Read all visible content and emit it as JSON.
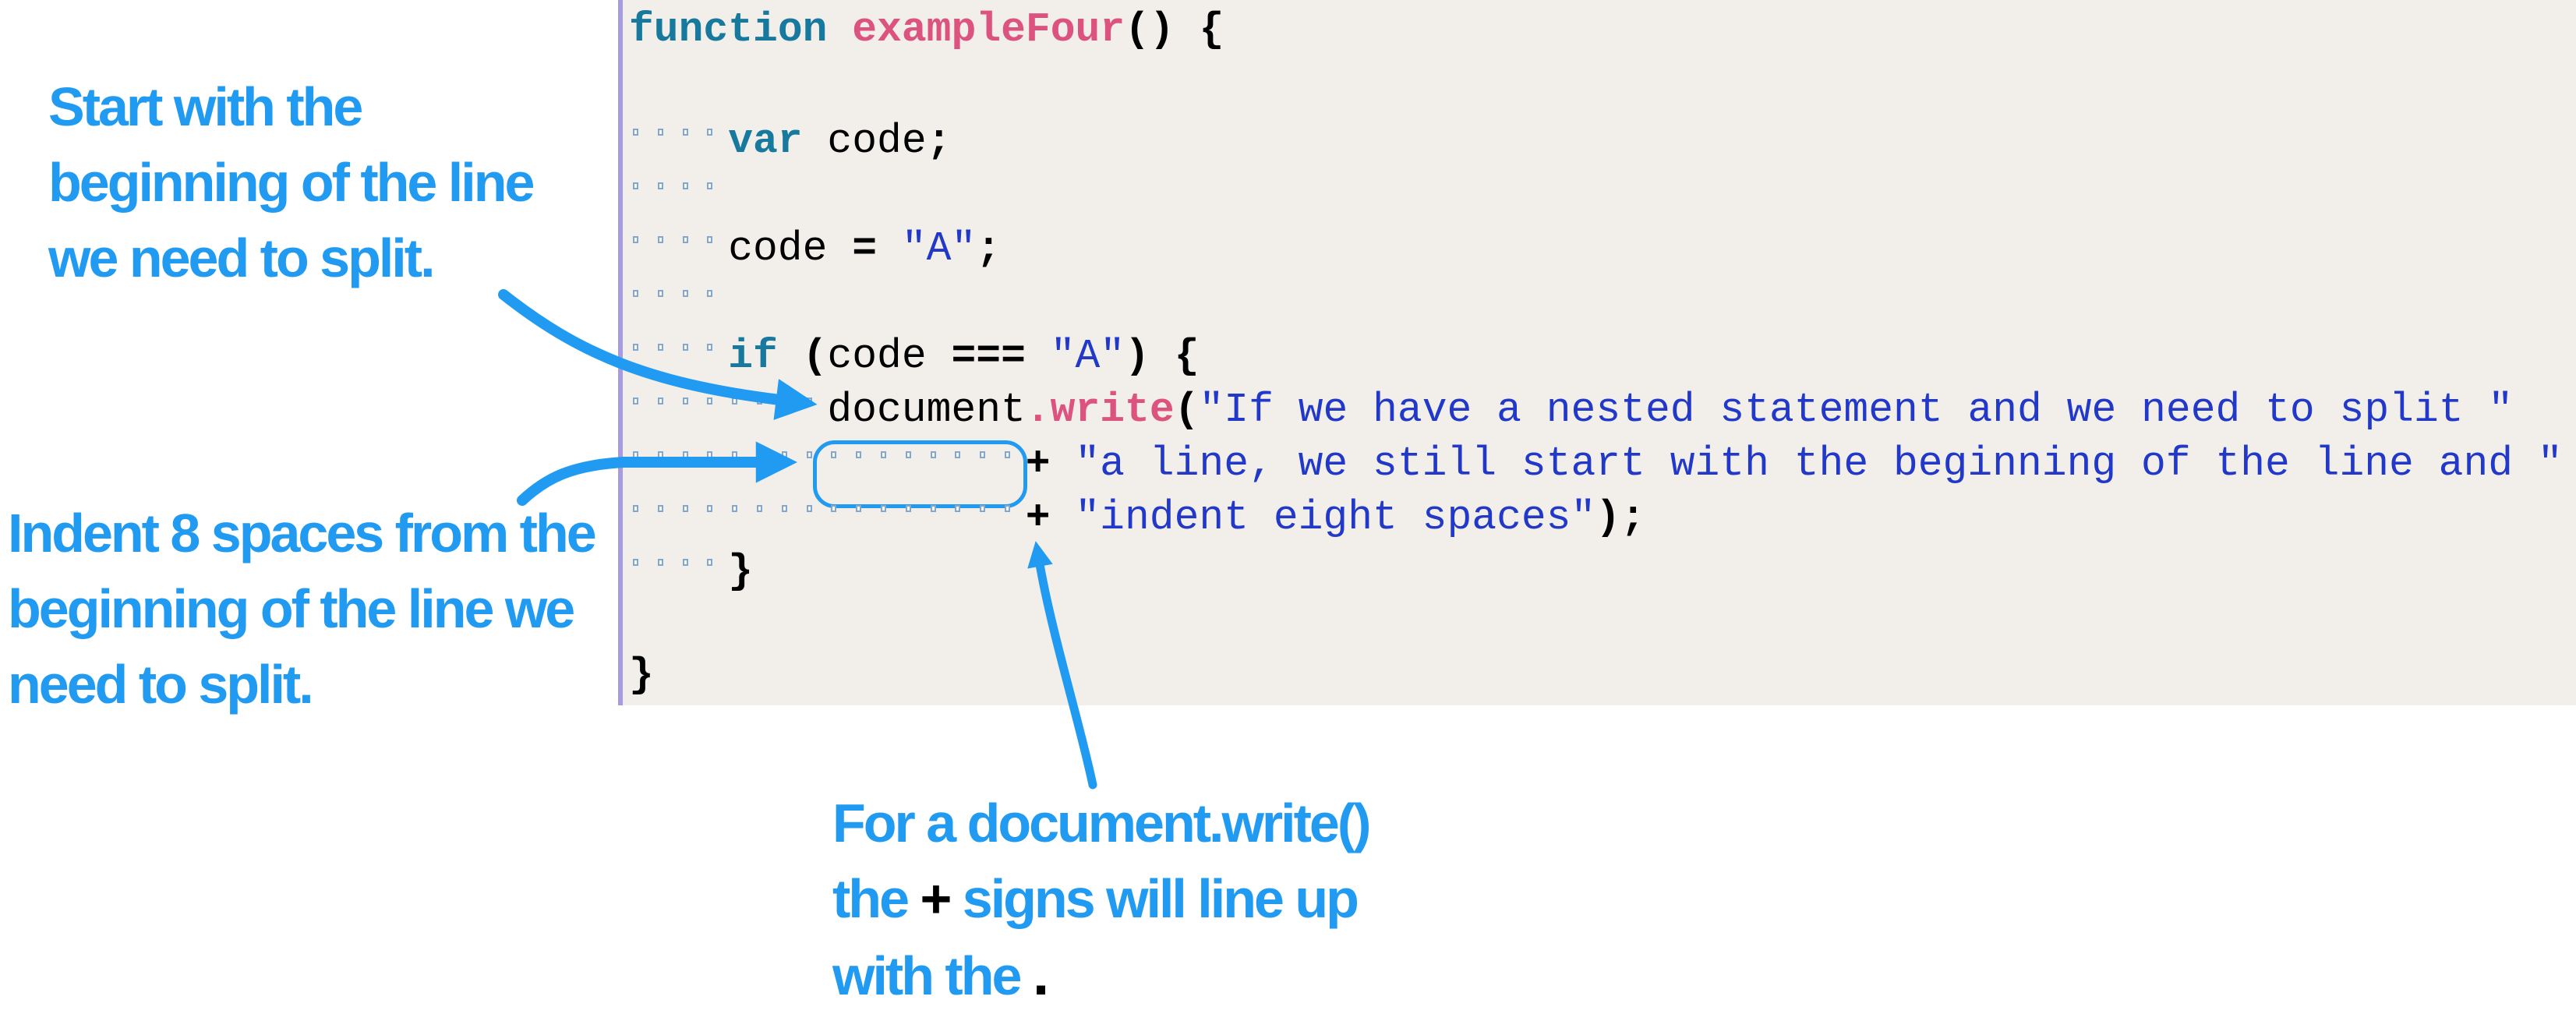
{
  "colors": {
    "annotation_blue": "#219AF2",
    "keyword_teal": "#17799E",
    "function_pink": "#DD5380",
    "string_blue": "#2138C8",
    "code_background": "#F2EFEA",
    "gutter_purple": "#A79BE4",
    "whitespace_dot": "#84A7CE",
    "plain_code": "#000000"
  },
  "code": {
    "lines": [
      {
        "tokens": [
          {
            "t": "function",
            "c": "kw"
          },
          {
            "t": " "
          },
          {
            "t": "exampleFour",
            "c": "fn"
          },
          {
            "t": "()",
            "c": "op"
          },
          {
            "t": " "
          },
          {
            "t": "{",
            "c": "op"
          }
        ]
      },
      {
        "tokens": []
      },
      {
        "tokens": [
          {
            "ws": 4
          },
          {
            "t": "var",
            "c": "kw"
          },
          {
            "t": " code"
          },
          {
            "t": ";",
            "c": "op"
          }
        ]
      },
      {
        "tokens": [
          {
            "ws": 4
          }
        ]
      },
      {
        "tokens": [
          {
            "ws": 4
          },
          {
            "t": "code "
          },
          {
            "t": "=",
            "c": "op"
          },
          {
            "t": " "
          },
          {
            "t": "\"A\"",
            "c": "str"
          },
          {
            "t": ";",
            "c": "op"
          }
        ]
      },
      {
        "tokens": [
          {
            "ws": 4
          }
        ]
      },
      {
        "tokens": [
          {
            "ws": 4
          },
          {
            "t": "if",
            "c": "kw"
          },
          {
            "t": " "
          },
          {
            "t": "(",
            "c": "op"
          },
          {
            "t": "code "
          },
          {
            "t": "===",
            "c": "op"
          },
          {
            "t": " "
          },
          {
            "t": "\"A\"",
            "c": "str"
          },
          {
            "t": ")",
            "c": "op"
          },
          {
            "t": " "
          },
          {
            "t": "{",
            "c": "op"
          }
        ]
      },
      {
        "tokens": [
          {
            "ws": 8
          },
          {
            "t": "document"
          },
          {
            "t": ".write",
            "c": "fn"
          },
          {
            "t": "(",
            "c": "op"
          },
          {
            "t": "\"If we have a nested statement and we need to split \"",
            "c": "str"
          }
        ]
      },
      {
        "tokens": [
          {
            "ws": 8
          },
          {
            "ws": 8,
            "boxed": true
          },
          {
            "t": "+",
            "c": "op"
          },
          {
            "t": " "
          },
          {
            "t": "\"a line, we still start with the beginning of the line and \"",
            "c": "str"
          }
        ]
      },
      {
        "tokens": [
          {
            "ws": 16
          },
          {
            "t": "+",
            "c": "op"
          },
          {
            "t": " "
          },
          {
            "t": "\"indent eight spaces\"",
            "c": "str"
          },
          {
            "t": ");",
            "c": "op"
          }
        ]
      },
      {
        "tokens": [
          {
            "ws": 4
          },
          {
            "t": "}",
            "c": "op"
          }
        ]
      },
      {
        "tokens": []
      },
      {
        "tokens": [
          {
            "t": "}",
            "c": "op"
          }
        ]
      }
    ]
  },
  "annotations": {
    "start_note": {
      "lines": [
        [
          {
            "t": "Start with the"
          }
        ],
        [
          {
            "t": "beginning of the line"
          }
        ],
        [
          {
            "t": "we need to split."
          }
        ]
      ]
    },
    "indent_note": {
      "lines": [
        [
          {
            "t": "Indent 8 spaces from the"
          }
        ],
        [
          {
            "t": "beginning of the line we"
          }
        ],
        [
          {
            "t": "need to split."
          }
        ]
      ]
    },
    "plus_note": {
      "lines": [
        [
          {
            "t": "For a document.write()"
          }
        ],
        [
          {
            "t": "the "
          },
          {
            "t": "+",
            "c": "black"
          },
          {
            "t": " signs will line up"
          }
        ],
        [
          {
            "t": "with the "
          },
          {
            "t": ".",
            "c": "black-dot"
          }
        ]
      ]
    }
  }
}
